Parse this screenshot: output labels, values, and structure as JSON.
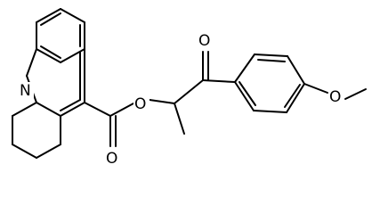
{
  "atoms": {
    "nitrogen": "N",
    "ester_oxygen": "O",
    "ester_carbonyl_oxygen": "O",
    "ketone_oxygen": "O",
    "methoxy_oxygen": "O"
  }
}
